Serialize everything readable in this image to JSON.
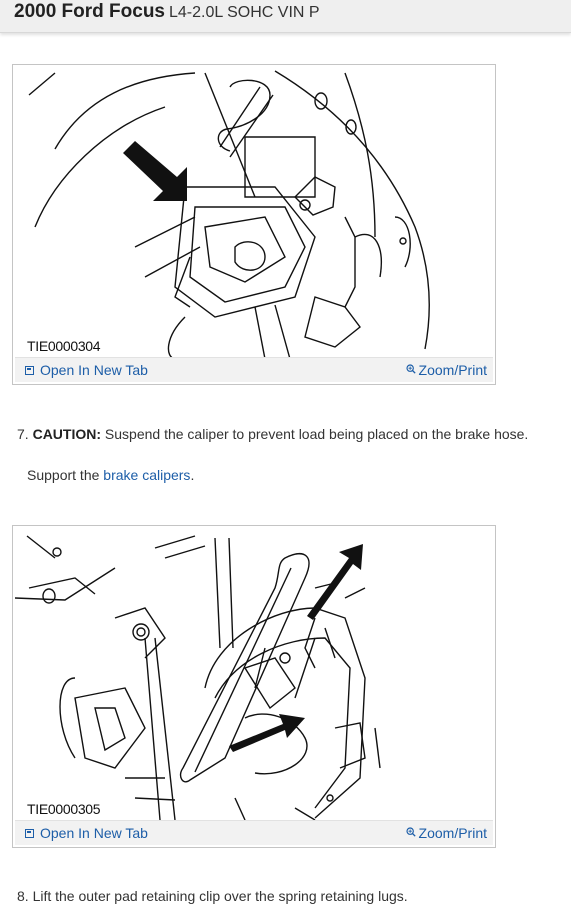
{
  "header": {
    "title": "2000 Ford Focus",
    "engine": "L4-2.0L SOHC VIN P"
  },
  "figures": [
    {
      "label": "TIE0000304",
      "open_new_tab": "Open In New Tab",
      "zoom_print": "Zoom/Print"
    },
    {
      "label": "TIE0000305",
      "open_new_tab": "Open In New Tab",
      "zoom_print": "Zoom/Print"
    }
  ],
  "steps": {
    "step7": {
      "number": "7.",
      "caution_label": "CAUTION:",
      "caution_text": "Suspend the caliper to prevent load being placed on the brake hose.",
      "support_prefix": "Support the",
      "support_link": "brake calipers",
      "support_suffix": "."
    },
    "step8": {
      "text": "8. Lift the outer pad retaining clip over the spring retaining lugs."
    }
  },
  "colors": {
    "link": "#1d5ea8",
    "header_bg": "#efefef"
  },
  "icons": {
    "open_new_tab": "external-window-icon",
    "zoom_print": "magnifier-plus-icon"
  }
}
